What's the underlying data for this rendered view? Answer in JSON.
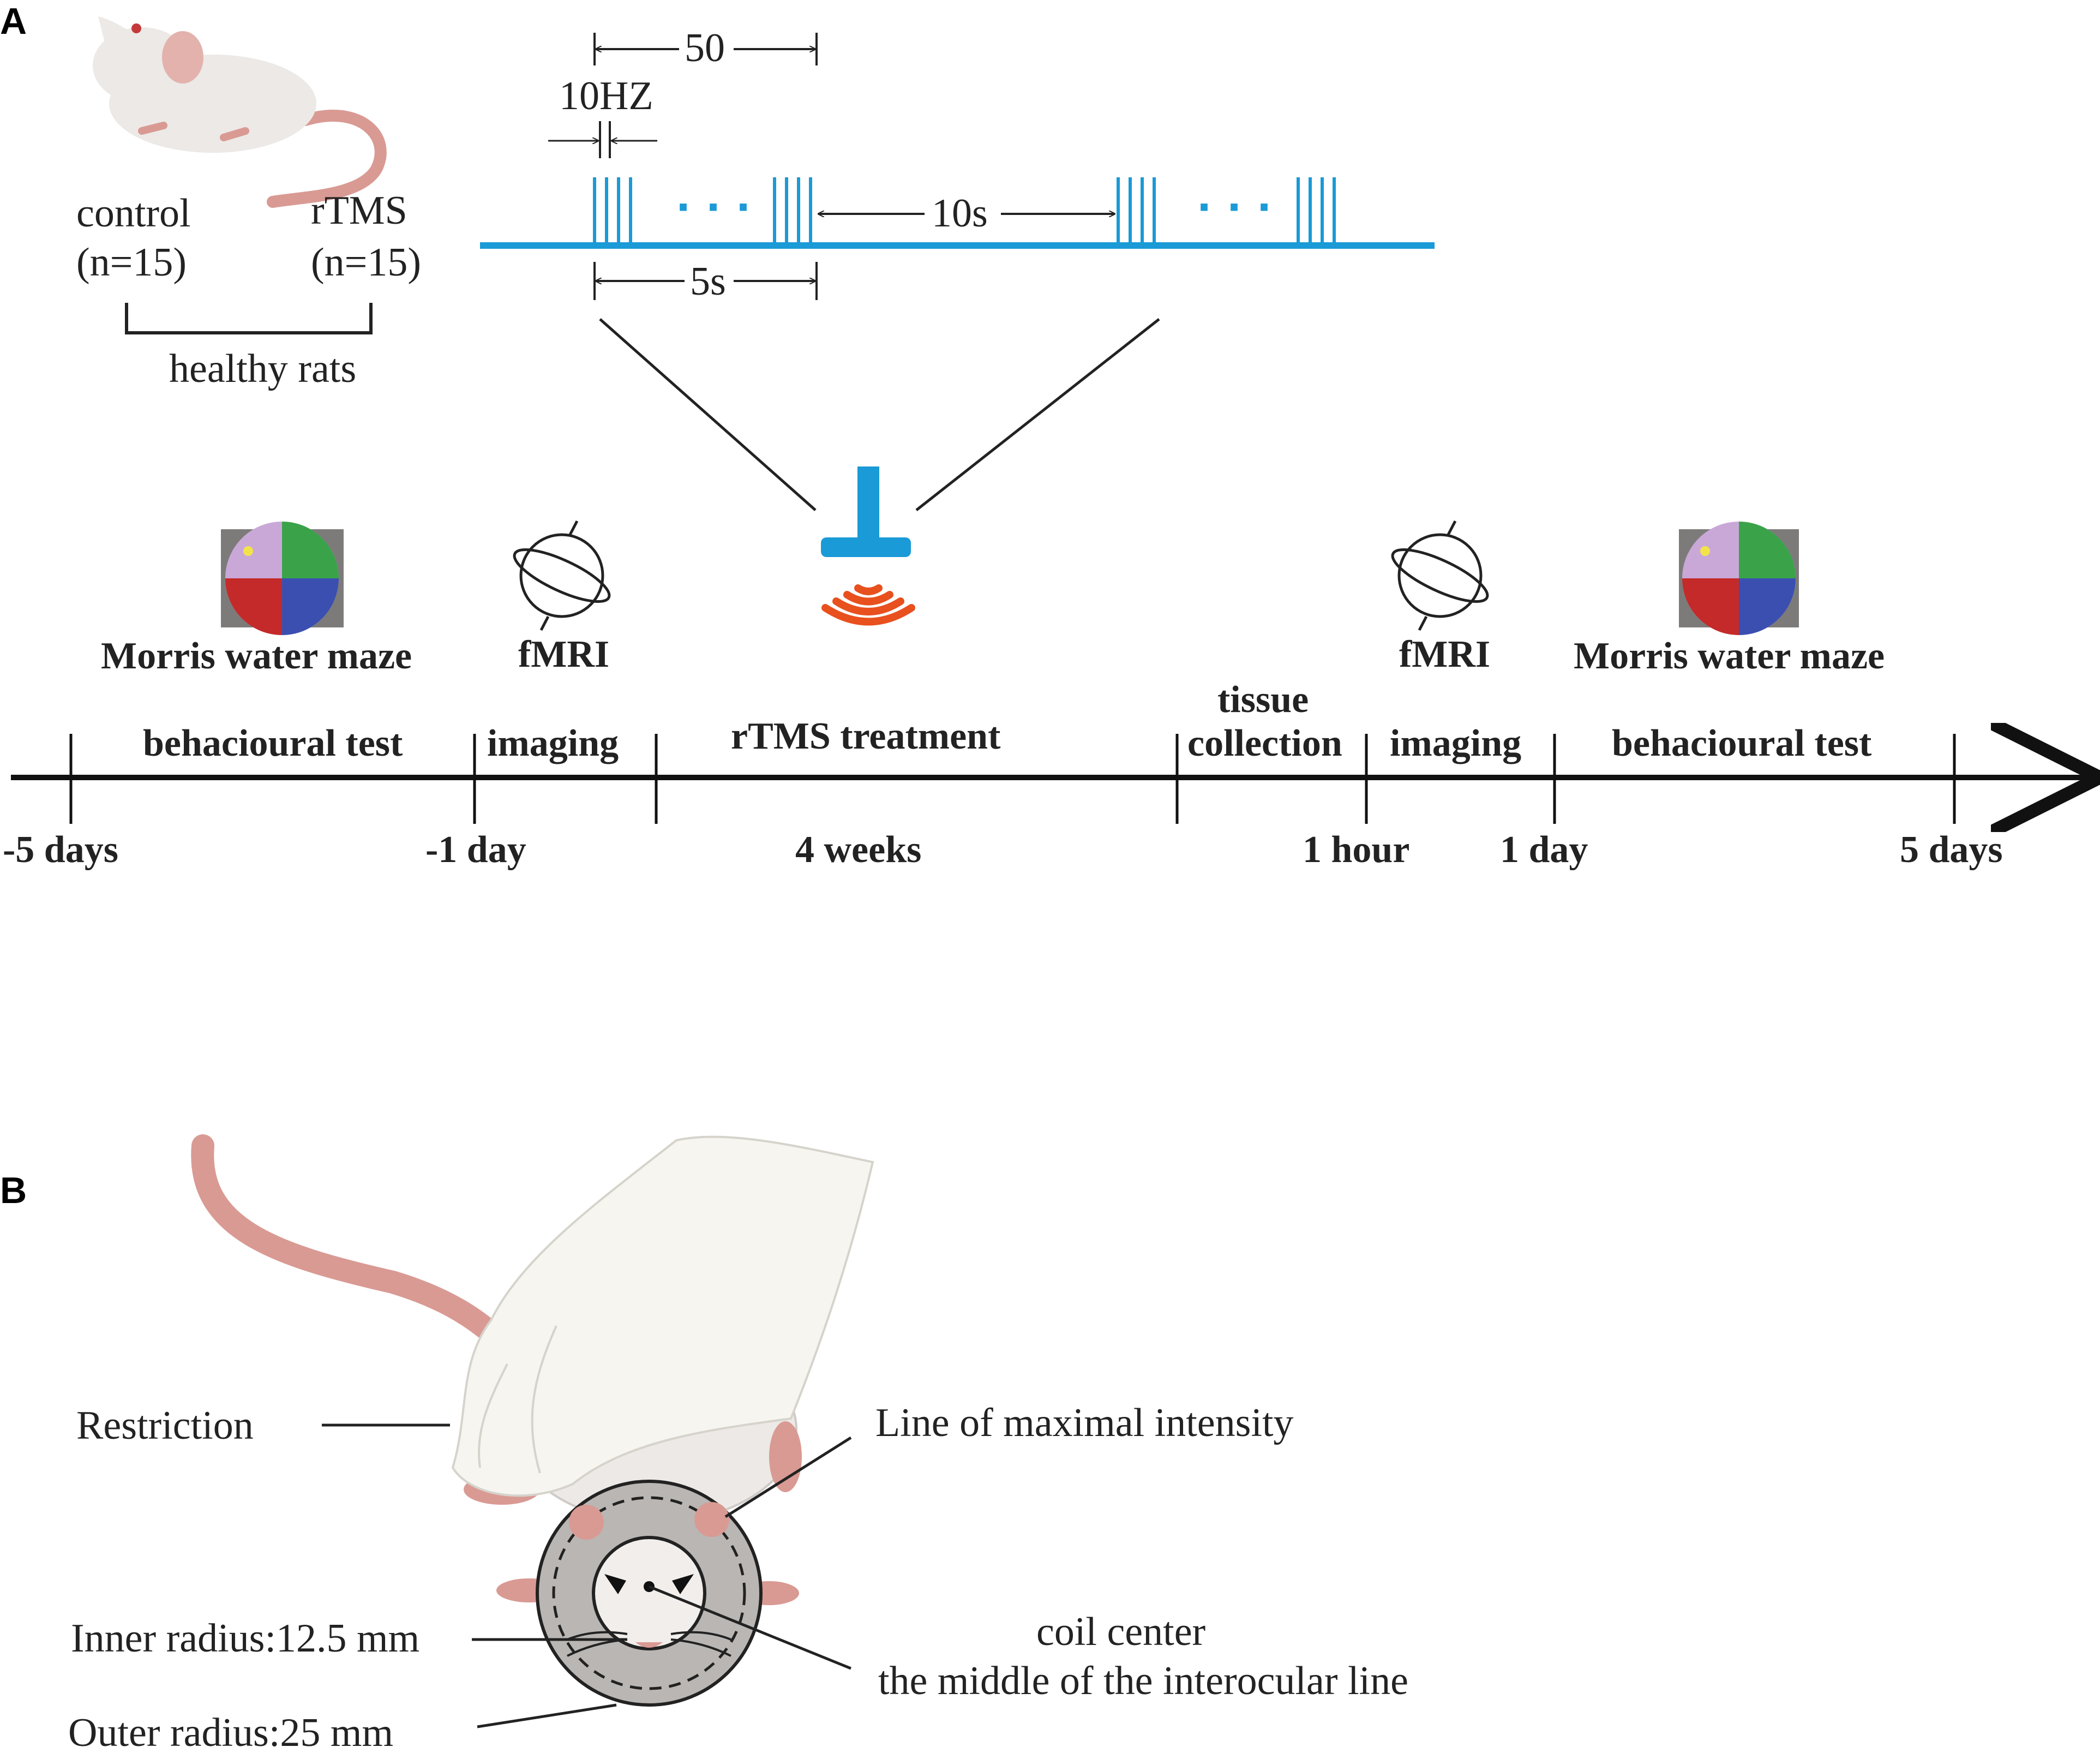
{
  "panels": {
    "a": "A",
    "b": "B"
  },
  "groups": {
    "control": "control",
    "control_n": "(n=15)",
    "rtms": "rTMS",
    "rtms_n": "(n=15)",
    "bracket_label": "healthy rats"
  },
  "pulse_protocol": {
    "train_interval": "50",
    "frequency": "10HZ",
    "inter_train": "10s",
    "train_duration": "5s",
    "ellipsis": "· · ·"
  },
  "timeline": {
    "top_labels": {
      "mwm_left": "Morris water maze",
      "fmri_left": "fMRI",
      "fmri_right": "fMRI",
      "mwm_right": "Morris water maze"
    },
    "phases": {
      "behav_left": "behacioural test",
      "imaging_left": "imaging",
      "rtms_treatment": "rTMS treatment",
      "tissue_line1": "tissue",
      "tissue_line2": "collection",
      "imaging_right": "imaging",
      "behav_right": "behacioural test"
    },
    "ticks": {
      "minus5": "-5 days",
      "minus1": "-1 day",
      "weeks": "4 weeks",
      "hour": "1 hour",
      "day1": "1 day",
      "day5": "5 days"
    }
  },
  "panel_b": {
    "restriction": "Restriction",
    "max_line": "Line of maximal intensity",
    "inner_radius": "Inner radius:12.5 mm",
    "outer_radius": "Outer radius:25 mm",
    "coil_center": "coil center",
    "interocular": "the middle of the interocular line"
  },
  "colors": {
    "pulse": "#1a9ad6",
    "signal": "#e8501e",
    "rat_body": "#ece9e6",
    "rat_tail": "#d99a93",
    "maze_q1": "#c9a8d8",
    "maze_q2": "#3aa34a",
    "maze_q3": "#c42a2a",
    "maze_q4": "#3b4fb0"
  }
}
